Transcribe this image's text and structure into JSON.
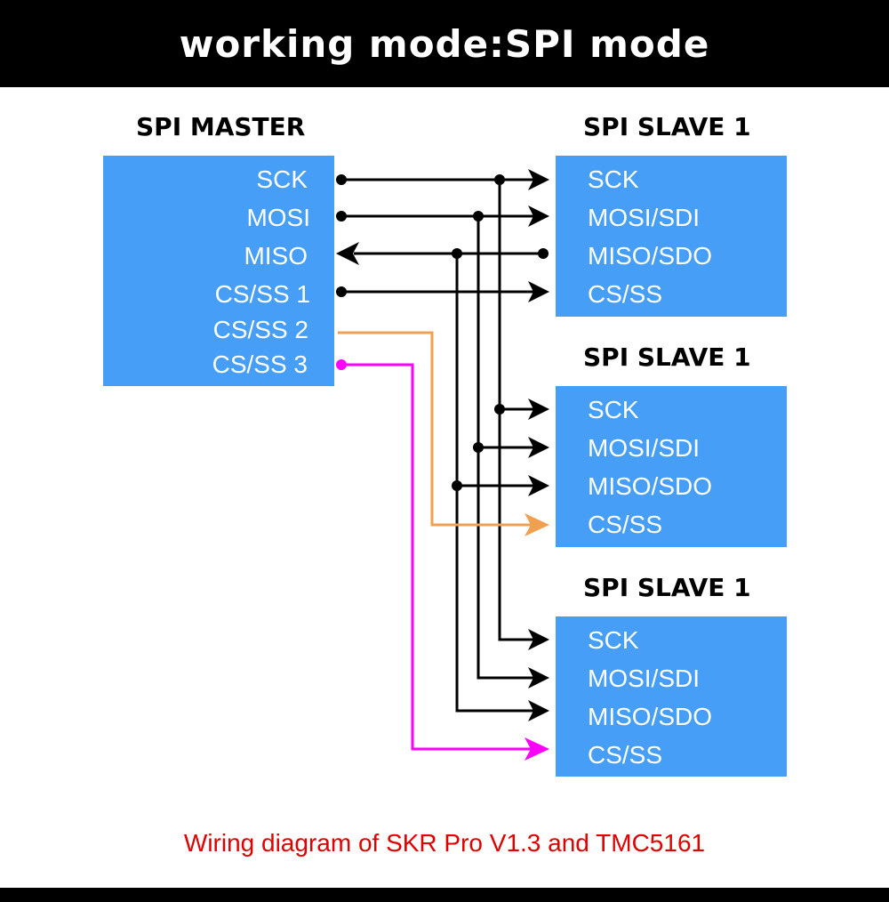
{
  "header": {
    "title": "working mode:SPI mode"
  },
  "master": {
    "title": "SPI MASTER",
    "pins": [
      "SCK",
      "MOSI",
      "MISO",
      "CS/SS 1",
      "CS/SS 2",
      "CS/SS 3"
    ]
  },
  "slaves": [
    {
      "title": "SPI SLAVE 1",
      "pins": [
        "SCK",
        "MOSI/SDI",
        "MISO/SDO",
        "CS/SS"
      ]
    },
    {
      "title": "SPI SLAVE 1",
      "pins": [
        "SCK",
        "MOSI/SDI",
        "MISO/SDO",
        "CS/SS"
      ]
    },
    {
      "title": "SPI SLAVE 1",
      "pins": [
        "SCK",
        "MOSI/SDI",
        "MISO/SDO",
        "CS/SS"
      ]
    }
  ],
  "caption": "Wiring diagram of SKR Pro V1.3 and TMC5161",
  "colors": {
    "box": "#469ef7",
    "wire": "#000000",
    "cs2_wire": "#f0a050",
    "cs3_wire": "#ff00ff",
    "caption": "#e00000"
  }
}
